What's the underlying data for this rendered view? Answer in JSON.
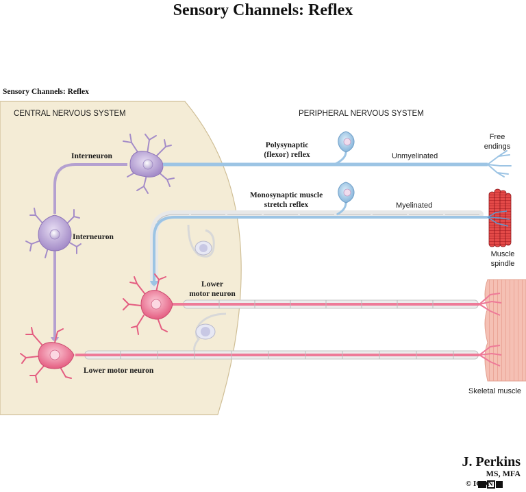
{
  "title": "Sensory Channels: Reflex",
  "subtitle": "Sensory Channels: Reflex",
  "regions": {
    "central": "CENTRAL NERVOUS SYSTEM",
    "peripheral": "PERIPHERAL NERVOUS SYSTEM"
  },
  "labels": {
    "interneuron_top": "Interneuron",
    "interneuron_mid": "Interneuron",
    "polysynaptic": "Polysynaptic\n(flexor) reflex",
    "unmyelinated": "Unmyelinated",
    "free_endings": "Free\nendings",
    "monosynaptic": "Monosynaptic muscle\nstretch reflex",
    "myelinated": "Myelinated",
    "muscle_spindle": "Muscle\nspindle",
    "lower_motor_neuron_upper": "Lower\nmotor neuron",
    "lower_motor_neuron_bottom": "Lower motor neuron",
    "skeletal_muscle": "Skeletal muscle"
  },
  "credit": {
    "name": "J. Perkins",
    "degrees": "MS, MFA",
    "mark": "© ICON"
  },
  "colors": {
    "cns_background": "#f4ecd6",
    "cns_border": "#cfbe95",
    "interneuron": "#b4a0d0",
    "sensory": "#9cc4e4",
    "motor": "#ee7a98",
    "myelin": "#ececec",
    "muscle": "#f2b3a8"
  }
}
